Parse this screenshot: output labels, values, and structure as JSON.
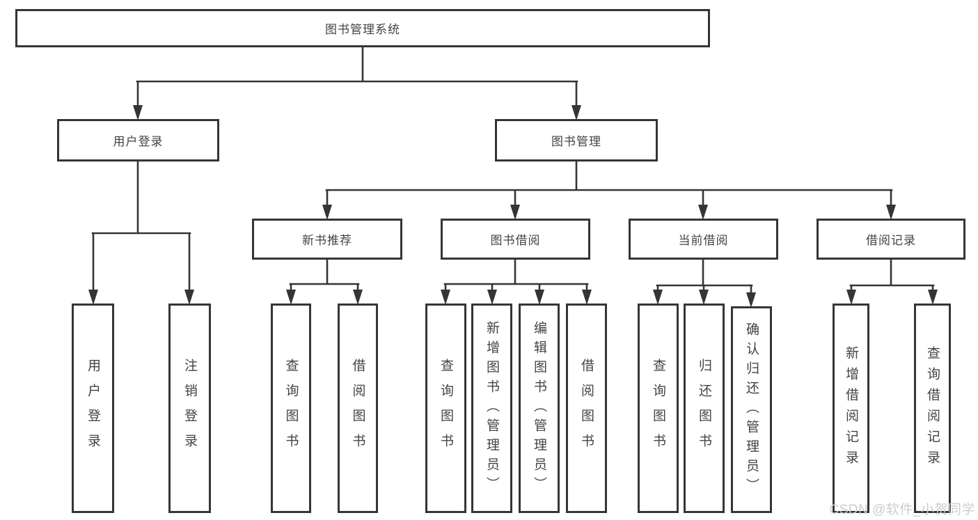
{
  "diagram_type": "functional-structure-tree",
  "colors": {
    "line": "#333538",
    "box_border": "#333538",
    "box_text": "#434347",
    "background": "#ffffff",
    "watermark": "#c9ccd1"
  },
  "tree": {
    "root": {
      "label": "图书管理系统"
    },
    "level2": [
      {
        "label": "用户登录",
        "children": [
          {
            "label": "用户登录"
          },
          {
            "label": "注销登录"
          }
        ]
      },
      {
        "label": "图书管理",
        "children": [
          {
            "label": "新书推荐",
            "children": [
              {
                "label": "查询图书"
              },
              {
                "label": "借阅图书"
              }
            ]
          },
          {
            "label": "图书借阅",
            "children": [
              {
                "label": "查询图书"
              },
              {
                "label": "新增图书（管理员）"
              },
              {
                "label": "编辑图书（管理员）"
              },
              {
                "label": "借阅图书"
              }
            ]
          },
          {
            "label": "当前借阅",
            "children": [
              {
                "label": "查询图书"
              },
              {
                "label": "归还图书"
              },
              {
                "label": "确认归还（管理员）"
              }
            ]
          },
          {
            "label": "借阅记录",
            "children": [
              {
                "label": "新增借阅记录"
              },
              {
                "label": "查询借阅记录"
              }
            ]
          }
        ]
      }
    ]
  },
  "watermark": {
    "text": "CSDN @软件_小贺同学"
  }
}
